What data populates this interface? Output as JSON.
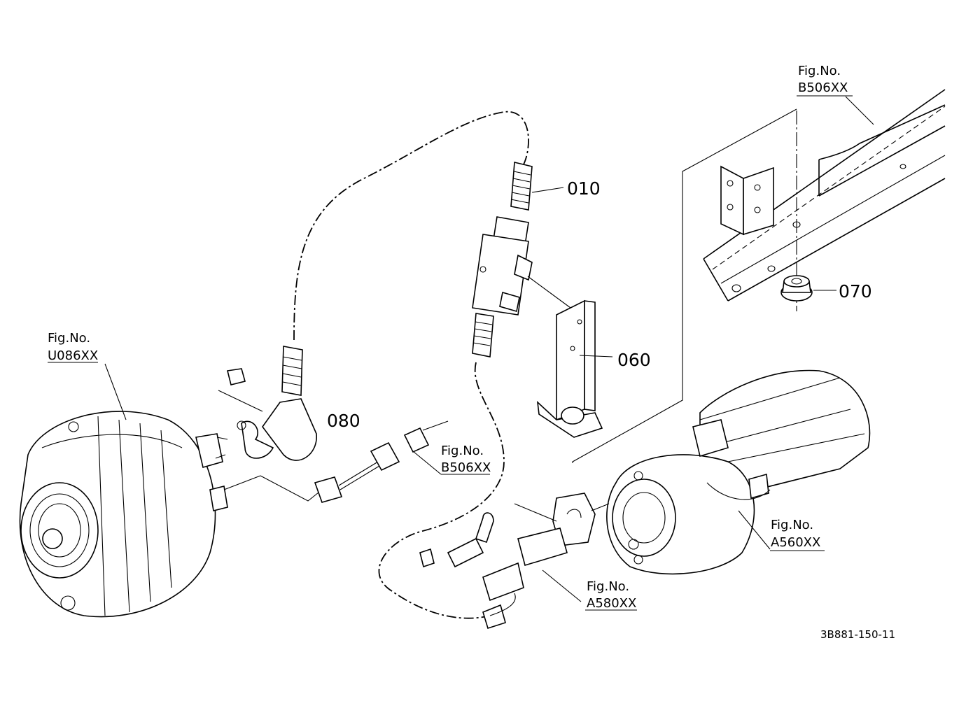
{
  "figure_refs": {
    "top_right": {
      "line1": "Fig.No.",
      "line2": "B506XX"
    },
    "left": {
      "line1": "Fig.No.",
      "line2": "U086XX"
    },
    "middle": {
      "line1": "Fig.No.",
      "line2": "B506XX"
    },
    "starter": {
      "line1": "Fig.No.",
      "line2": "A560XX"
    },
    "bottom": {
      "line1": "Fig.No.",
      "line2": "A580XX"
    }
  },
  "parts": {
    "p010": "010",
    "p060": "060",
    "p070": "070",
    "p080": "080"
  },
  "drawing_id": "3B881-150-11"
}
